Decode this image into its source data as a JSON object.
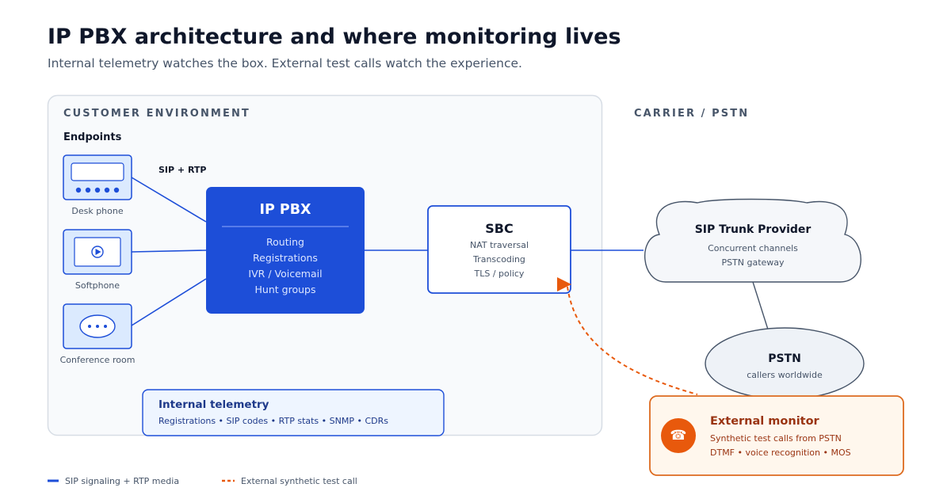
{
  "title": "IP PBX architecture and where monitoring lives",
  "subtitle": "Internal telemetry watches the box. External test calls watch the experience.",
  "zones": {
    "customer": "CUSTOMER ENVIRONMENT",
    "carrier": "CARRIER / PSTN"
  },
  "endpoints": {
    "label": "Endpoints",
    "devices": [
      {
        "label": "Desk phone",
        "icon": "desk-phone-icon"
      },
      {
        "label": "Softphone",
        "icon": "softphone-icon"
      },
      {
        "label": "Conference room",
        "icon": "conference-room-icon"
      }
    ]
  },
  "link_label": "SIP + RTP",
  "pbx": {
    "title": "IP PBX",
    "items": [
      "Routing",
      "Registrations",
      "IVR / Voicemail",
      "Hunt groups"
    ]
  },
  "sbc": {
    "title": "SBC",
    "items": [
      "NAT traversal",
      "Transcoding",
      "TLS / policy"
    ]
  },
  "trunk": {
    "title": "SIP Trunk Provider",
    "items": [
      "Concurrent channels",
      "PSTN gateway"
    ]
  },
  "pstn": {
    "title": "PSTN",
    "subtitle": "callers worldwide"
  },
  "internal_telemetry": {
    "title": "Internal telemetry",
    "items": "Registrations • SIP codes • RTP stats • SNMP • CDRs"
  },
  "external_monitor": {
    "title": "External monitor",
    "line1": "Synthetic test calls from PSTN",
    "line2": "DTMF • voice recognition • MOS",
    "icon": "phone-icon"
  },
  "legend": {
    "signaling": "SIP signaling + RTP media",
    "synthetic": "External synthetic test call"
  },
  "colors": {
    "primary_blue": "#1d4ed8",
    "orange": "#e8590c",
    "orange_border": "#dd6b20",
    "orange_fill": "#fff7ed",
    "slate": "#475569",
    "light_blue_fill": "#dbeafe",
    "zone_fill": "#f8fafc"
  }
}
